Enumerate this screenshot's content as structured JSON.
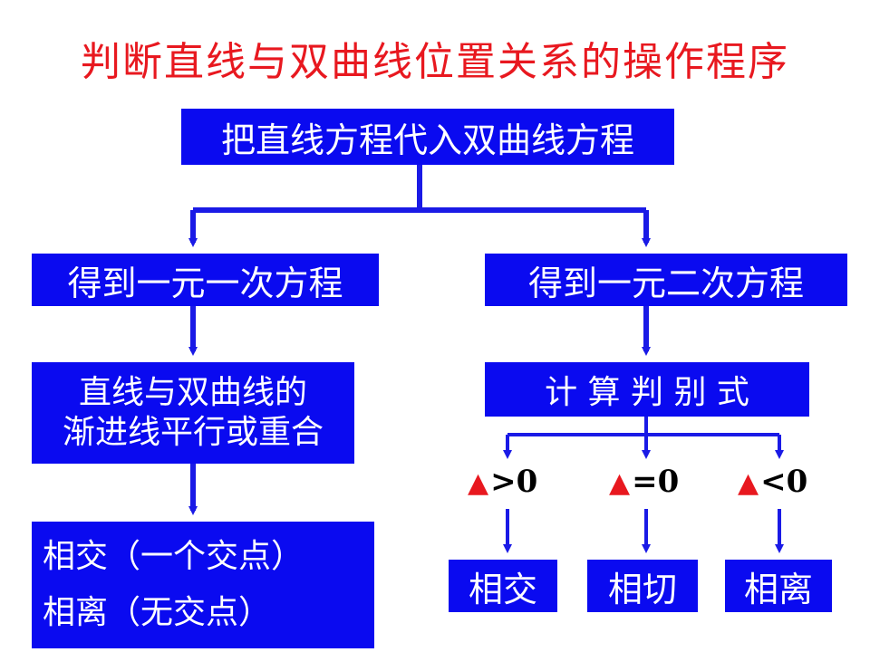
{
  "title": "判断直线与双曲线位置关系的操作程序",
  "boxes": {
    "substitute": "把直线方程代入双曲线方程",
    "linear": "得到一元一次方程",
    "quadratic": "得到一元二次方程",
    "parallel_line1": "直线与双曲线的",
    "parallel_line2": "渐进线平行或重合",
    "discriminant": "计 算 判 别 式",
    "left_result_line1": "相交（一个交点）",
    "left_result_line2": "相离（无交点）",
    "intersect": "相交",
    "tangent": "相切",
    "separate": "相离"
  },
  "conditions": {
    "positive": ">0",
    "zero": "=0",
    "negative": "<0",
    "symbol": "▲"
  },
  "colors": {
    "box_fill": "#0a0af0",
    "box_text": "#ffffff",
    "title": "#e8181f",
    "triangle": "#e8181f",
    "connector": "#1a1ae6"
  }
}
